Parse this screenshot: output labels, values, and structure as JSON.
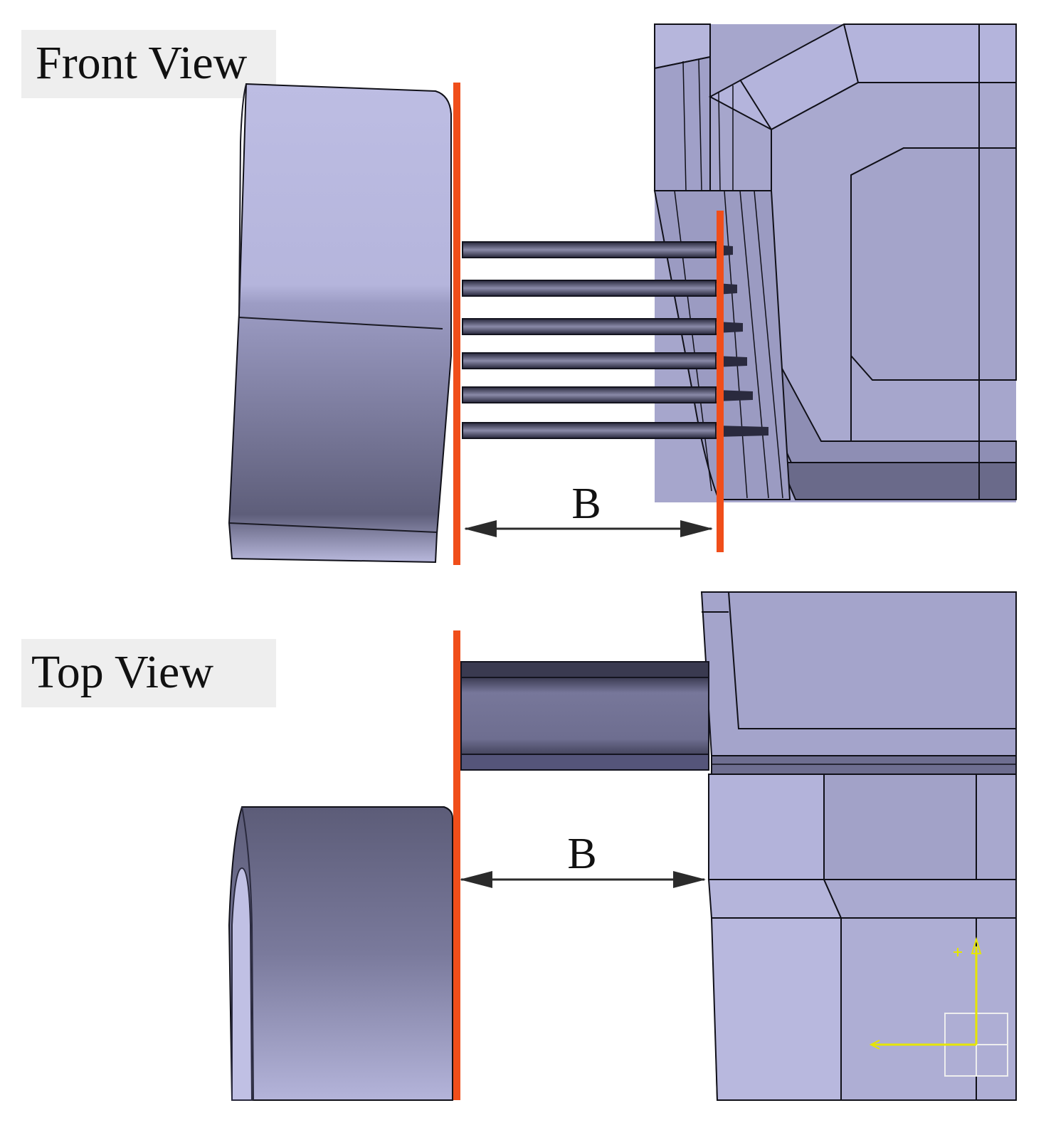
{
  "front_view": {
    "label": "Front View",
    "dimension_label": "B"
  },
  "top_view": {
    "label": "Top View",
    "dimension_label": "B"
  },
  "colors": {
    "background": "#ffffff",
    "label_box": "#eeeeee",
    "marker_line": "#f04e1a",
    "body_light": "#b9b9de",
    "body_mid": "#a5a5cb",
    "body_dark": "#5f5f7c",
    "rail": "#2a2a3e",
    "edges": "#101018",
    "axis_triad": "#e6e600"
  },
  "icons": [
    "axis-triad-icon"
  ]
}
